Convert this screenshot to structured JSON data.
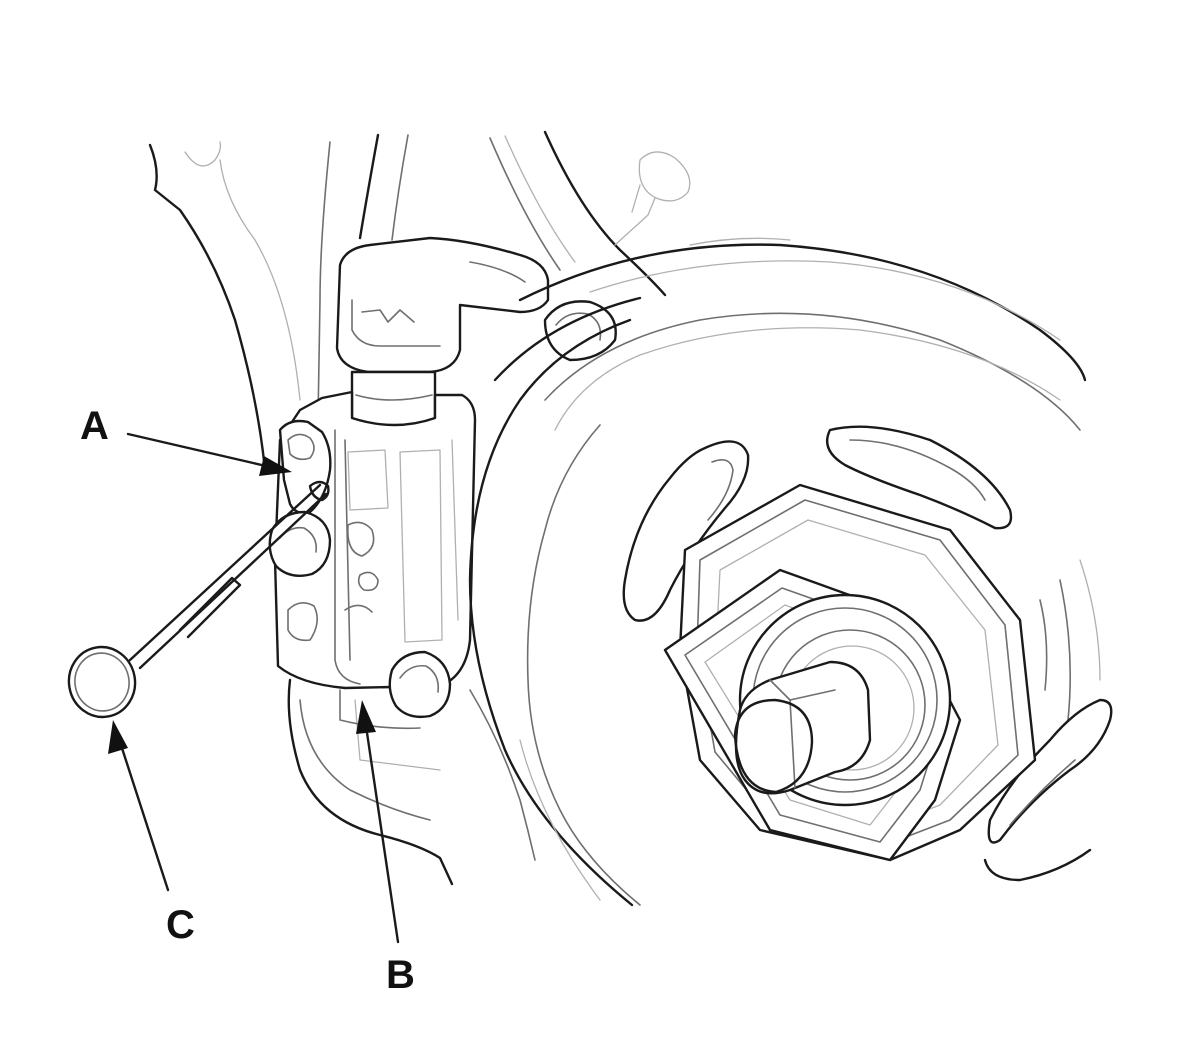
{
  "diagram": {
    "callouts": [
      {
        "letter": "A",
        "part": "bleeder-screw"
      },
      {
        "letter": "B",
        "part": "caliper-mounting-bolt"
      },
      {
        "letter": "C",
        "part": "pin-tool"
      }
    ],
    "colors": {
      "line_dark": "#1a1a1a",
      "line_mid": "#6f6f6f",
      "line_light": "#b0b0b0",
      "background": "#ffffff"
    }
  }
}
